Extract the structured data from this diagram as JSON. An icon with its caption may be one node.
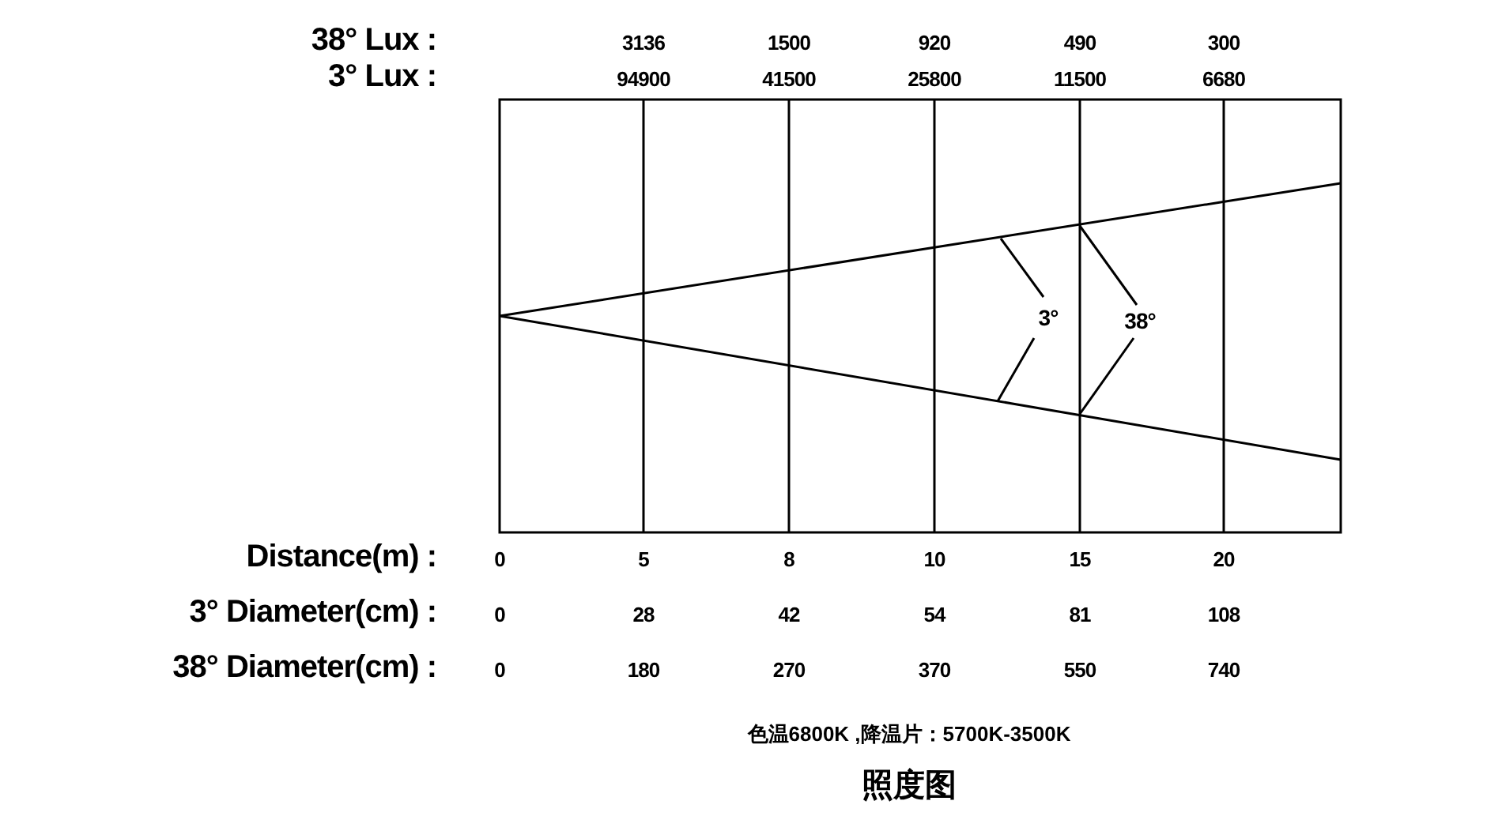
{
  "diagram": {
    "title": "照度图",
    "labels": [
      "38° Lux :",
      "3136",
      "1500",
      "920",
      "490",
      "300",
      "3° Lux :",
      "94900",
      "41500",
      "25800",
      "11500",
      "6680",
      "3°",
      "38°",
      "Distance(m) :",
      "0",
      "5",
      "8",
      "10",
      "15",
      "20",
      "3° Diameter(cm) :",
      "0",
      "28",
      "42",
      "54",
      "81",
      "108",
      "38° Diameter(cm) :",
      "0",
      "180",
      "270",
      "370",
      "550",
      "740",
      "色温6800K ,降温片：5700K-3500K"
    ]
  }
}
